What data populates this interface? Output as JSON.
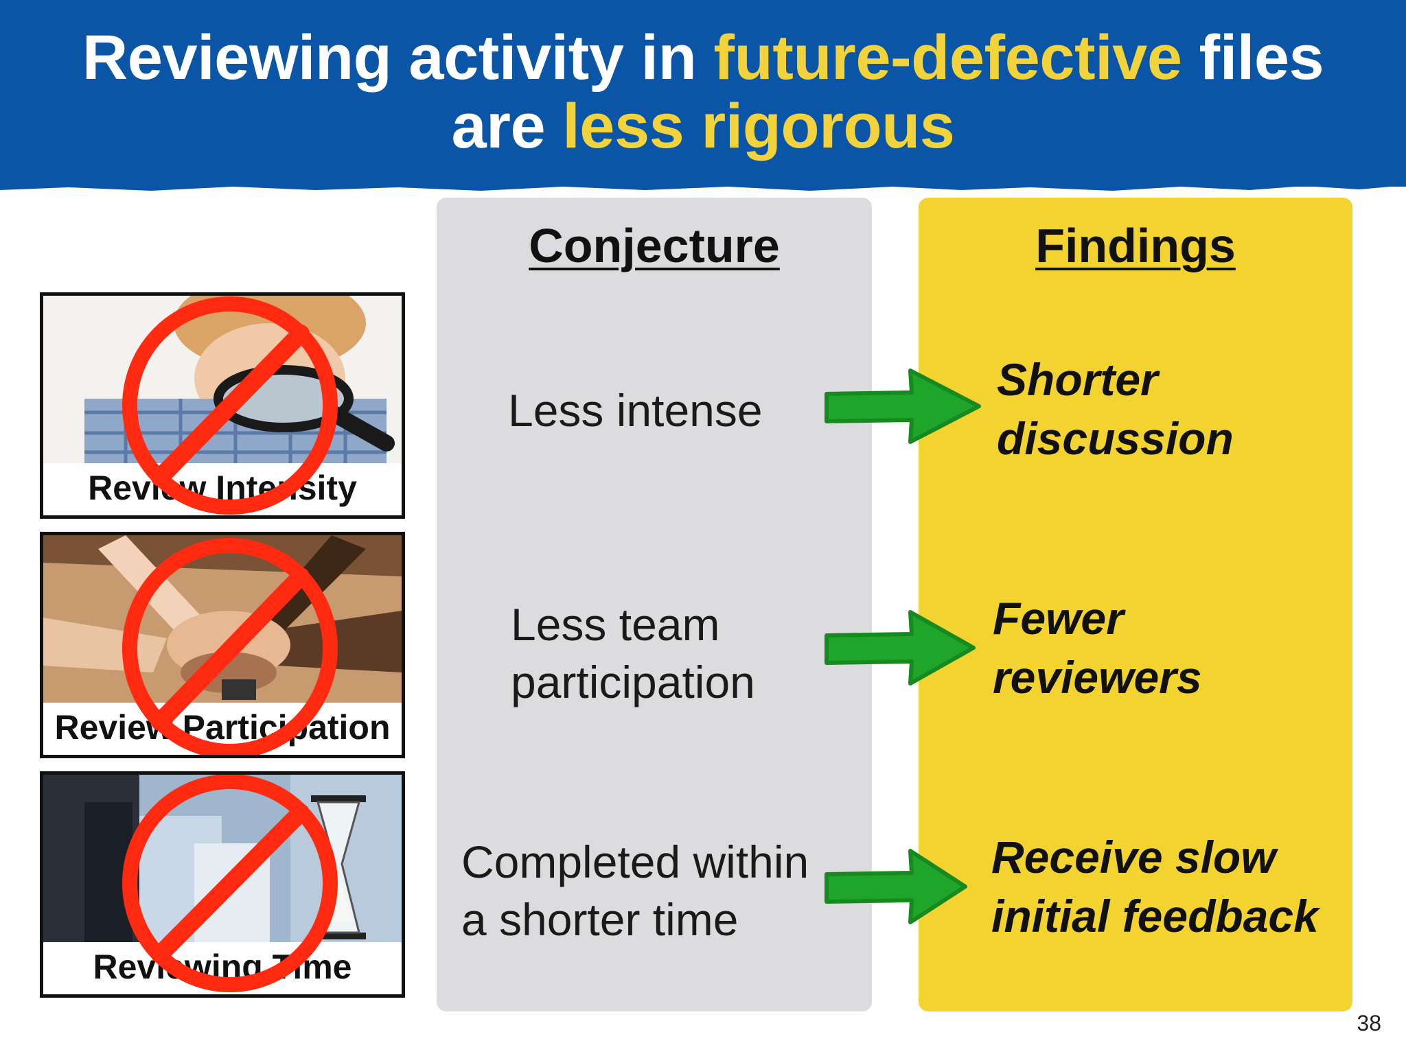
{
  "title": {
    "part1": "Reviewing activity in ",
    "highlight1": "future-defective",
    "part2": " files",
    "part3": "are ",
    "highlight2": "less rigorous"
  },
  "panels": [
    {
      "caption": "Review Intensity",
      "image": "child-with-magnifying-glass"
    },
    {
      "caption": "Review Participation",
      "image": "stacked-hands-teamwork"
    },
    {
      "caption": "Reviewing Time",
      "image": "business-people-with-hourglass"
    }
  ],
  "columns": {
    "conjecture": {
      "heading": "Conjecture",
      "items": [
        {
          "line1": "Less intense",
          "line2": ""
        },
        {
          "line1": "Less team",
          "line2": "participation"
        },
        {
          "line1": "Completed within",
          "line2": "a shorter time"
        }
      ]
    },
    "findings": {
      "heading": "Findings",
      "items": [
        {
          "line1": "Shorter",
          "line2": "discussion"
        },
        {
          "line1": "Fewer",
          "line2": "reviewers"
        },
        {
          "line1": "Receive slow",
          "line2": "initial feedback"
        }
      ]
    }
  },
  "page_number": "38",
  "colors": {
    "header_bg": "#0a55a5",
    "highlight": "#f3d33b",
    "conjecture_bg": "#dcdcdf",
    "findings_bg": "#f3d330",
    "arrow": "#1fa62a",
    "no_sign": "#ff2a10"
  }
}
